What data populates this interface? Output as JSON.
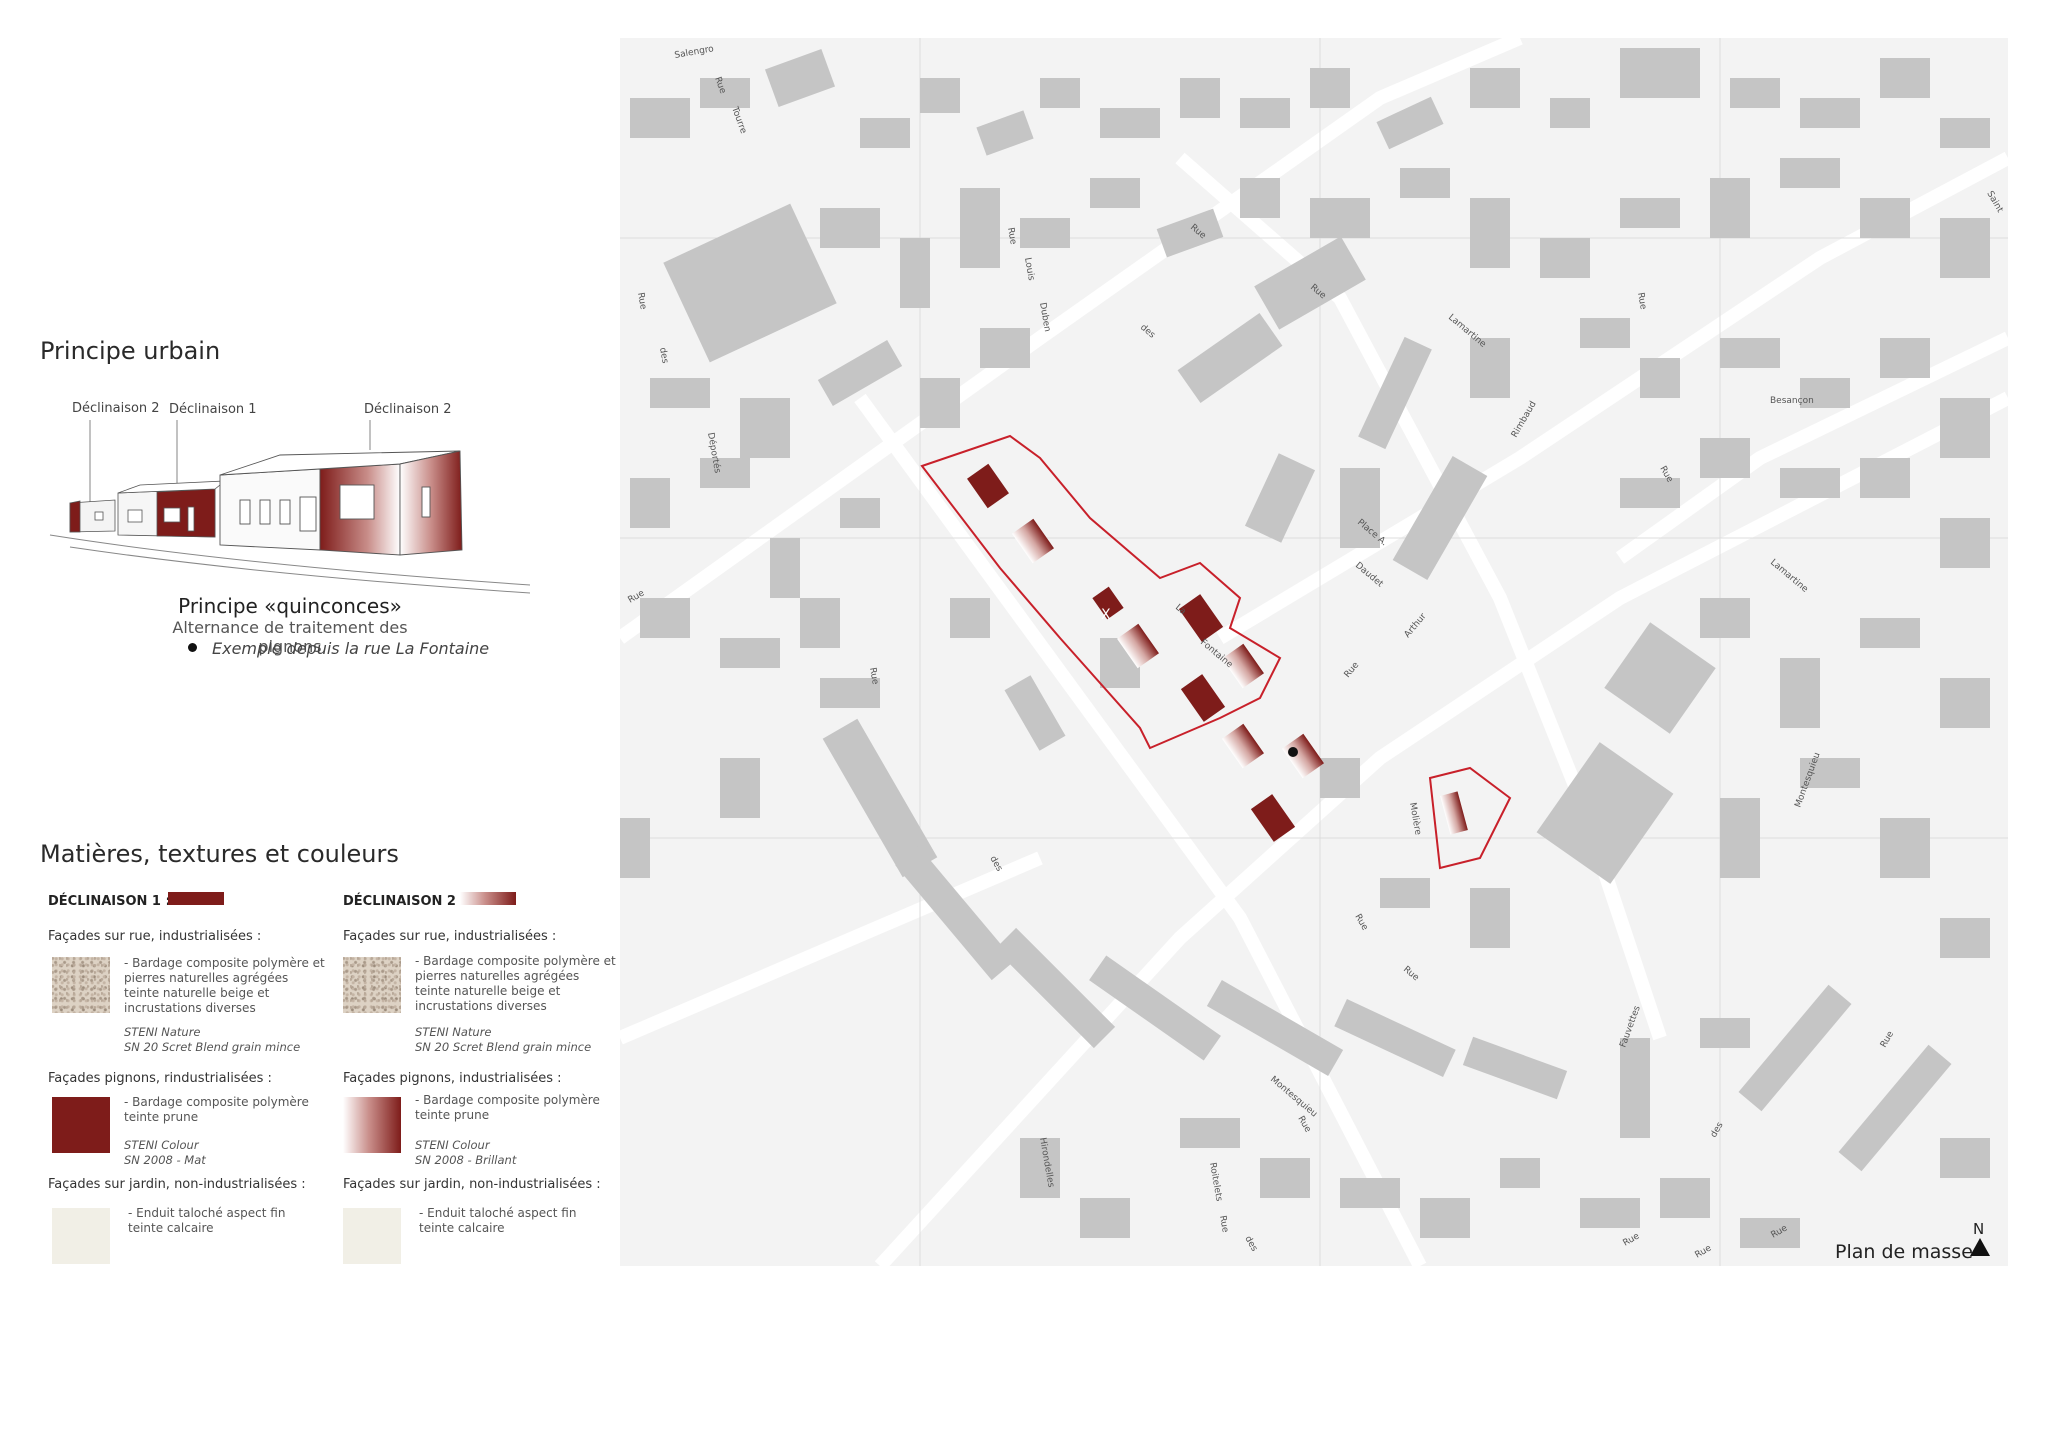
{
  "left": {
    "principe_title": "Principe urbain",
    "decl_labels": [
      "Déclinaison 2",
      "Déclinaison 1",
      "Déclinaison 2"
    ],
    "caption_title": "Principe «quinconces»",
    "caption_sub": "Alternance de traitement des pignons",
    "caption_example": "Exemple depuis la rue La Fontaine",
    "materials_title": "Matières, textures et couleurs"
  },
  "decl1": {
    "title": "DÉCLINAISON 1 :",
    "facade_rue": "Façades sur rue, industrialisées :",
    "rue_desc": [
      "- Bardage composite polymère et",
      "pierres naturelles agrégées",
      "teinte naturelle beige et",
      "incrustations diverses"
    ],
    "rue_ref": [
      "STENI Nature",
      "SN 20 Scret Blend grain mince"
    ],
    "pignon": "Façades pignons, rindustrialisées :",
    "pignon_desc": [
      "- Bardage composite polymère",
      "teinte prune"
    ],
    "pignon_ref": [
      "STENI Colour",
      "SN 2008 - Mat"
    ],
    "jardin": "Façades sur jardin, non-industrialisées :",
    "jardin_desc": [
      "- Enduit taloché aspect fin",
      "teinte calcaire"
    ]
  },
  "decl2": {
    "title": "DÉCLINAISON 2 :",
    "facade_rue": "Façades sur rue, industrialisées :",
    "rue_desc": [
      "- Bardage composite polymère et",
      "pierres naturelles agrégées",
      "teinte naturelle beige et",
      "incrustations diverses"
    ],
    "rue_ref": [
      "STENI Nature",
      "SN 20 Scret Blend grain mince"
    ],
    "pignon": "Façades pignons, industrialisées :",
    "pignon_desc": [
      "- Bardage composite polymère",
      "teinte prune"
    ],
    "pignon_ref": [
      "STENI Colour",
      "SN 2008 - Brillant"
    ],
    "jardin": "Façades sur jardin, non-industrialisées :",
    "jardin_desc": [
      "- Enduit taloché aspect fin",
      "teinte calcaire"
    ]
  },
  "map": {
    "plan_label": "Plan de masse",
    "north": "N",
    "streets": [
      "Salengro",
      "Rue",
      "Tourre",
      "Rue",
      "Louis",
      "Duben",
      "Rue",
      "des",
      "Déportés",
      "Rue",
      "des",
      "Rue",
      "Lamartine",
      "Rue",
      "Besançon",
      "Rue",
      "Lamartine",
      "Rimbaud",
      "Place A.",
      "Daudet",
      "Arthur",
      "Rue",
      "La",
      "Fontaine",
      "Rue",
      "Rue",
      "des",
      "Molière",
      "Rue",
      "Rue",
      "Montesquieu",
      "Montesquieu",
      "Fauvettes",
      "Rue",
      "Rue",
      "Hirondelles",
      "des",
      "Roitelets",
      "Rue",
      "des",
      "Rue",
      "Rue",
      "Rue",
      "Saint"
    ],
    "colors": {
      "prune": "#7e1c1a",
      "boundary": "#c8202a",
      "building": "#c5c5c5",
      "background": "#f3f3f3"
    }
  }
}
